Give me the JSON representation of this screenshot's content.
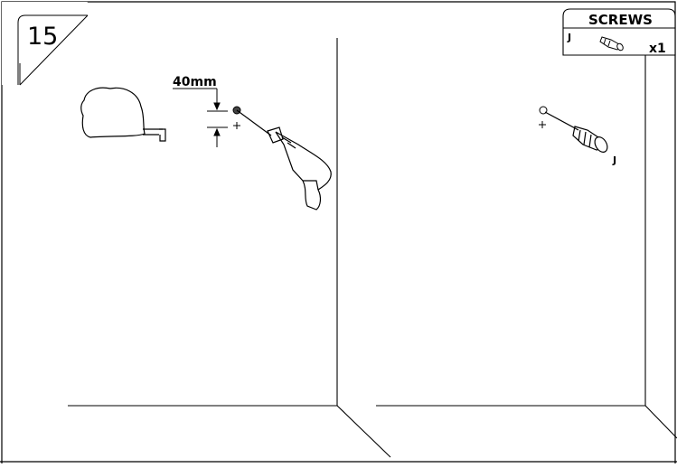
{
  "step": {
    "number": "15"
  },
  "measurement": {
    "distance_label": "40mm"
  },
  "parts_legend": {
    "title": "SCREWS",
    "code": "J",
    "quantity": "x1"
  },
  "right_panel": {
    "part_label": "J"
  }
}
